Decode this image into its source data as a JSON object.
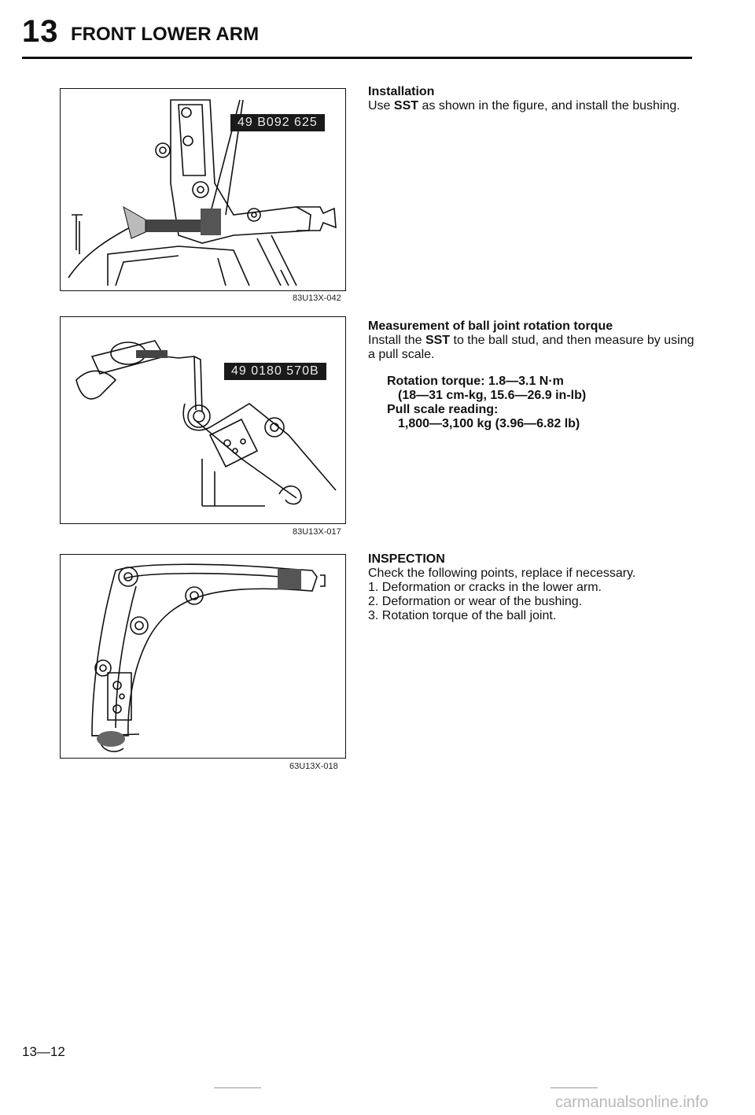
{
  "header": {
    "chapter_number": "13",
    "chapter_title": "FRONT LOWER ARM"
  },
  "figures": [
    {
      "sst_label": "49 B092 625",
      "caption": "83U13X-042"
    },
    {
      "sst_label": "49 0180 570B",
      "caption": "83U13X-017"
    },
    {
      "caption": "63U13X-018"
    }
  ],
  "installation": {
    "heading": "Installation",
    "text_before": "Use ",
    "sst": "SST",
    "text_after": " as shown in the figure, and install the bushing."
  },
  "measurement": {
    "heading": "Measurement of ball joint rotation torque",
    "text_before": "Install the ",
    "sst": "SST",
    "text_after": " to the ball stud, and then measure by using a pull scale.",
    "spec_line1": "Rotation torque: 1.8—3.1 N·m",
    "spec_line2": "(18—31 cm-kg, 15.6—26.9 in-lb)",
    "spec_line3": "Pull scale reading:",
    "spec_line4": "1,800—3,100 kg (3.96—6.82 lb)"
  },
  "inspection": {
    "heading": "INSPECTION",
    "intro": "Check the following points, replace if necessary.",
    "items": [
      "1. Deformation or cracks in the lower arm.",
      "2. Deformation or wear of the bushing.",
      "3. Rotation torque of the ball joint."
    ]
  },
  "page_number": "13—12",
  "watermark": "carmanualsonline.info"
}
